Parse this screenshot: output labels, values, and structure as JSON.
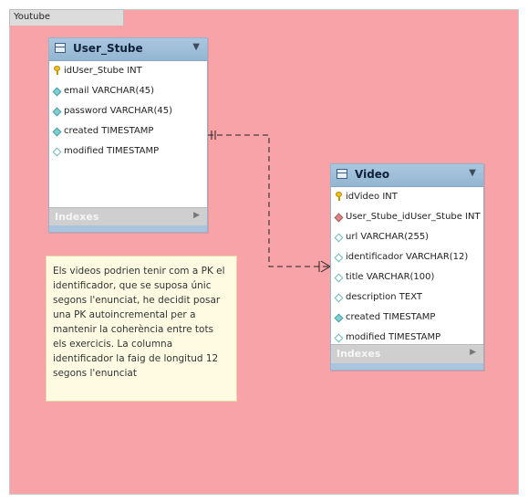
{
  "layer": {
    "title": "Youtube"
  },
  "tables": [
    {
      "name": "User_Stube",
      "columns": [
        {
          "icon": "primary-key-icon",
          "text": "idUser_Stube INT"
        },
        {
          "icon": "filled-diamond-icon",
          "text": "email VARCHAR(45)"
        },
        {
          "icon": "filled-diamond-icon",
          "text": "password VARCHAR(45)"
        },
        {
          "icon": "filled-diamond-icon",
          "text": "created TIMESTAMP"
        },
        {
          "icon": "hollow-diamond-icon",
          "text": "modified TIMESTAMP"
        }
      ],
      "indexes_label": "Indexes"
    },
    {
      "name": "Video",
      "columns": [
        {
          "icon": "primary-key-icon",
          "text": "idVideo INT"
        },
        {
          "icon": "foreign-key-icon",
          "text": "User_Stube_idUser_Stube INT"
        },
        {
          "icon": "hollow-diamond-icon",
          "text": "url VARCHAR(255)"
        },
        {
          "icon": "hollow-diamond-icon",
          "text": "identificador VARCHAR(12)"
        },
        {
          "icon": "hollow-diamond-icon",
          "text": "title VARCHAR(100)"
        },
        {
          "icon": "hollow-diamond-icon",
          "text": "description TEXT"
        },
        {
          "icon": "filled-diamond-icon",
          "text": "created TIMESTAMP"
        },
        {
          "icon": "hollow-diamond-icon",
          "text": "modified TIMESTAMP"
        }
      ],
      "indexes_label": "Indexes"
    }
  ],
  "note": {
    "text": "Els videos podrien tenir com a PK el identificador, que se suposa únic segons l'enunciat, he decidit posar una PK autoincremental per a mantenir la coherència entre tots els exercicis. La columna identificador la faig de longitud 12 segons l'enunciat"
  },
  "relationship": {
    "from": "User_Stube",
    "to": "Video",
    "cardinality": "one-to-many",
    "identifying": false
  },
  "colors": {
    "canvas": "#f7a3a7",
    "table_header": "#9dbed9",
    "note_bg": "#fffbe3"
  }
}
